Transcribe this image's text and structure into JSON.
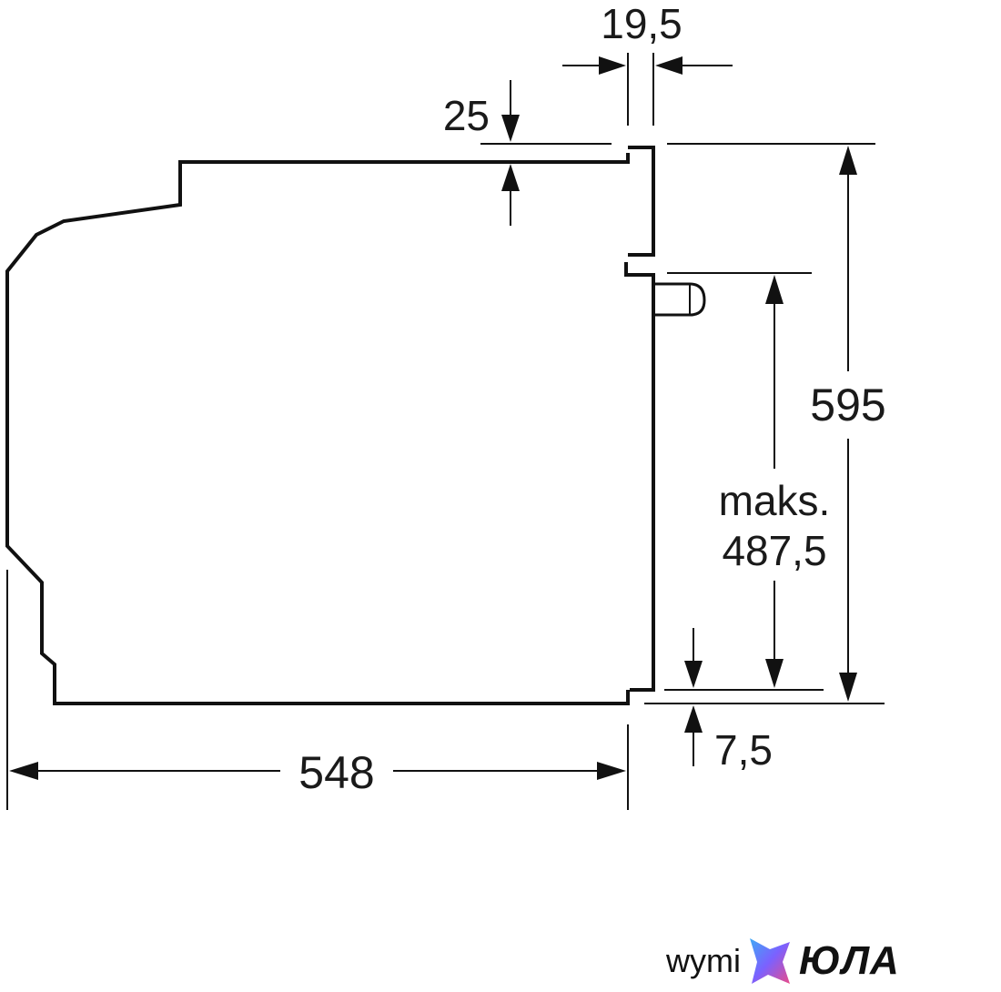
{
  "diagram": {
    "dimensions": {
      "top_offset": "25",
      "front_panel_thickness": "19,5",
      "total_height": "595",
      "max_label_line1": "maks.",
      "max_label_line2": "487,5",
      "bottom_offset": "7,5",
      "depth": "548"
    }
  },
  "watermark": {
    "text1": "wymi",
    "text2": "ЮЛА",
    "logo_colors": [
      "#3fa9f5",
      "#7b61ff",
      "#e94b8a"
    ]
  }
}
